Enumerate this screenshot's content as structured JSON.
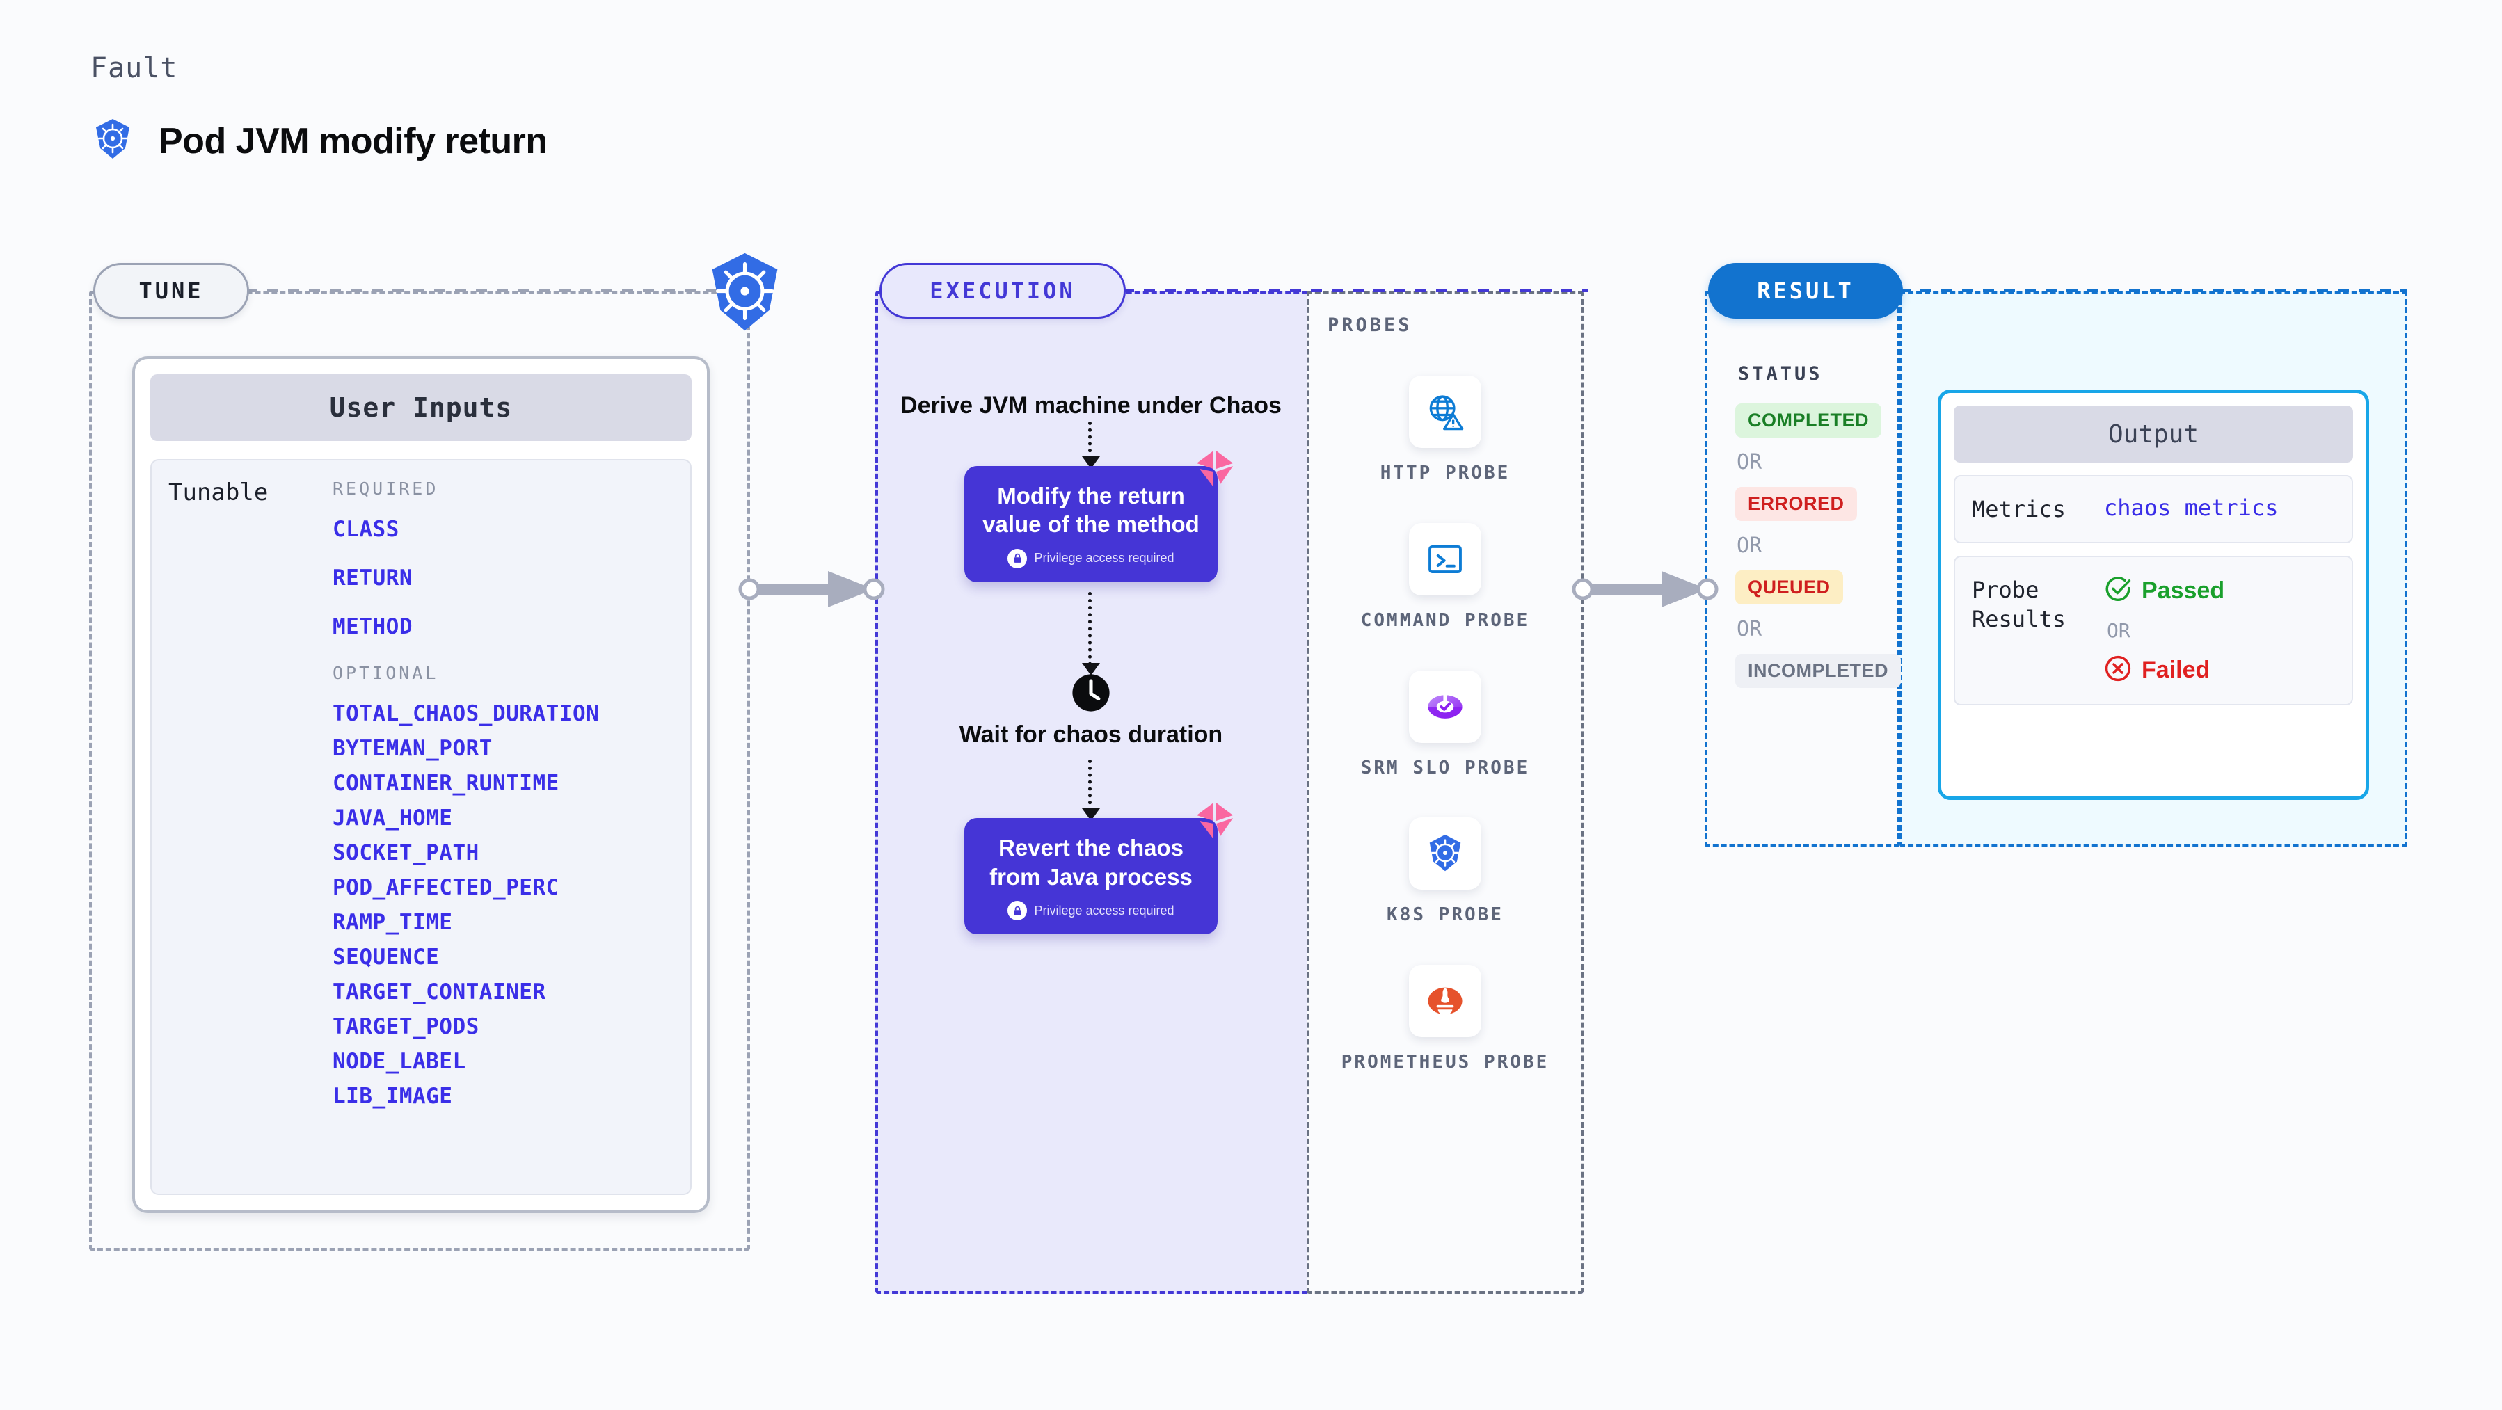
{
  "header": {
    "kicker": "Fault",
    "title": "Pod JVM modify return",
    "icon": "kubernetes-icon"
  },
  "sections": {
    "tune": {
      "label": "TUNE"
    },
    "execution": {
      "label": "EXECUTION"
    },
    "probes": {
      "label": "PROBES"
    },
    "result": {
      "label": "RESULT"
    }
  },
  "tune": {
    "card_title": "User Inputs",
    "tunable_label": "Tunable",
    "required_heading": "REQUIRED",
    "optional_heading": "OPTIONAL",
    "required": [
      "CLASS",
      "RETURN",
      "METHOD"
    ],
    "optional": [
      "TOTAL_CHAOS_DURATION",
      "BYTEMAN_PORT",
      "CONTAINER_RUNTIME",
      "JAVA_HOME",
      "SOCKET_PATH",
      "POD_AFFECTED_PERC",
      "RAMP_TIME",
      "SEQUENCE",
      "TARGET_CONTAINER",
      "TARGET_PODS",
      "NODE_LABEL",
      "LIB_IMAGE"
    ]
  },
  "execution": {
    "step1": {
      "title": "Derive JVM machine under Chaos"
    },
    "step2": {
      "title": "Modify the return value of the method",
      "privilege": "Privilege access required",
      "badge": "chaos-corner-badge"
    },
    "step3": {
      "title": "Wait for chaos duration",
      "icon": "clock-icon"
    },
    "step4": {
      "title": "Revert the chaos from Java process",
      "privilege": "Privilege access required",
      "badge": "chaos-corner-badge"
    }
  },
  "probes": [
    {
      "name": "HTTP PROBE",
      "icon": "globe-warning-icon"
    },
    {
      "name": "COMMAND PROBE",
      "icon": "terminal-icon"
    },
    {
      "name": "SRM SLO PROBE",
      "icon": "srm-slo-icon"
    },
    {
      "name": "K8S PROBE",
      "icon": "kubernetes-icon"
    },
    {
      "name": "PROMETHEUS PROBE",
      "icon": "prometheus-icon"
    }
  ],
  "result": {
    "status_heading": "STATUS",
    "or": "OR",
    "statuses": [
      {
        "label": "COMPLETED",
        "fg": "#1a7f26",
        "bg": "#dcf5dd"
      },
      {
        "label": "ERRORED",
        "fg": "#cf1f1f",
        "bg": "#fde6e4"
      },
      {
        "label": "QUEUED",
        "fg": "#cf1f1f",
        "bg": "#fdeec4"
      },
      {
        "label": "INCOMPLETED",
        "fg": "#6a7283",
        "bg": "#eef0f5"
      }
    ]
  },
  "output": {
    "card_title": "Output",
    "metrics_key": "Metrics",
    "metrics_value": "chaos metrics",
    "probe_results_key": "Probe Results",
    "passed": "Passed",
    "failed": "Failed",
    "or": "OR",
    "passed_color": "#1aa02c",
    "failed_color": "#e02020"
  },
  "colors": {
    "page_bg": "#fafbfd",
    "tune_border": "#9ba2b4",
    "exec_accent": "#4338d6",
    "exec_bg": "#e9e9fb",
    "result_accent": "#1273cf",
    "output_bg": "#eefaff",
    "param_blue": "#3a2ee8",
    "card_purple": "#4535d6",
    "badge_pink": "#fa67a0"
  }
}
